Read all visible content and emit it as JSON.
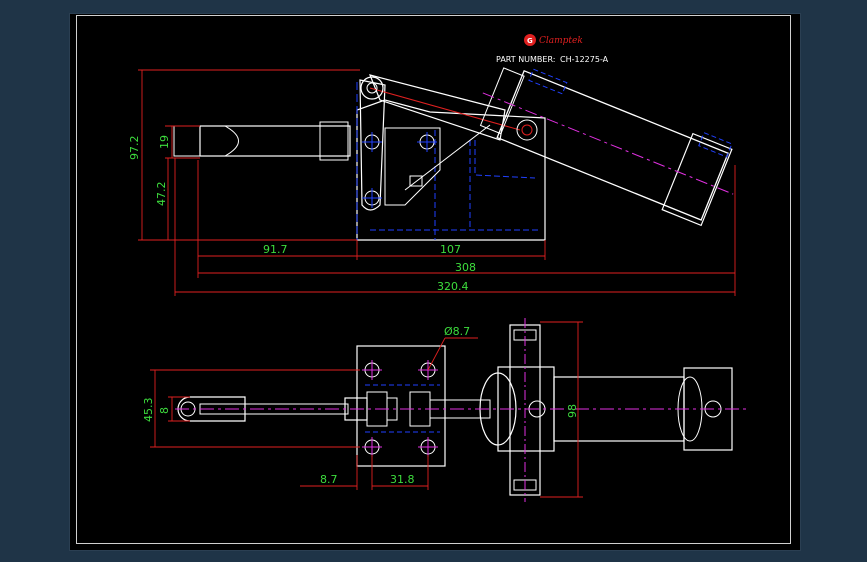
{
  "title_block": {
    "brand": "Clamptek",
    "part_number_label": "PART NUMBER:",
    "part_number": "CH-12275-A"
  },
  "dimensions": {
    "side_height_total": "97.2",
    "side_height_lower": "47.2",
    "side_handle_dia": "19",
    "side_len_front": "91.7",
    "side_len_base": "107",
    "side_len_308": "308",
    "side_len_total": "320.4",
    "top_width": "45.3",
    "top_handle_dia": "8",
    "top_hole_dia": "Ø8.7",
    "top_offset": "8.7",
    "top_hole_spacing": "31.8",
    "top_cyl_height": "98"
  },
  "colors": {
    "background": "#1f3447",
    "sheet": "#000000",
    "outline": "#ffffff",
    "dimension": "#ff2020",
    "dimension_text": "#3ddc3d",
    "centerline": "#e030e0",
    "hidden": "#2040ff",
    "brand": "#e02020"
  }
}
